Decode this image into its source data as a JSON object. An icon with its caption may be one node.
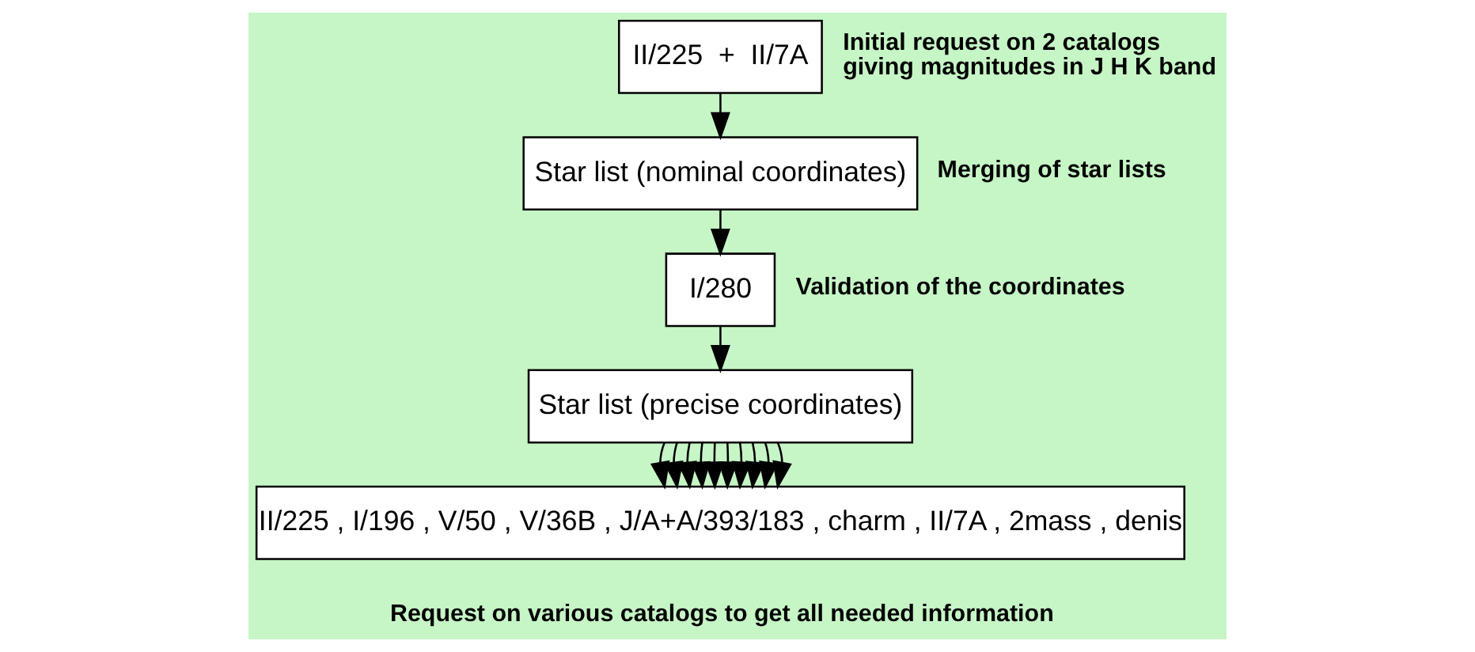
{
  "diagram": {
    "nodes": [
      {
        "text": [
          "II/225  +  II/7A"
        ],
        "beside": [
          "Initial request on 2 catalogs giving magnitudes in J H K band"
        ]
      },
      {
        "text": [
          "Star list (nominal coordinates)"
        ],
        "beside": [
          "Merging of star lists"
        ]
      },
      {
        "text": [
          "I/280"
        ],
        "beside": [
          "Validation of the coordinates"
        ]
      },
      {
        "text": [
          "Star list (precise coordinates)"
        ]
      },
      {
        "text": [
          "II/225 , I/196 , V/50 , V/36B , J/A+A/393/183 , charm , II/7A , 2mass , denis"
        ],
        "beside": [
          "Request on various catalogs to get all needed information"
        ]
      }
    ],
    "edges": [
      {
        "from": 0,
        "to": 1,
        "arrow": "to"
      },
      {
        "from": 1,
        "to": 2,
        "arrow": "to"
      },
      {
        "from": 2,
        "to": 3,
        "arrow": "to"
      },
      {
        "from": 3,
        "to": 4,
        "arrow": "to"
      },
      {
        "from": 3,
        "to": 4,
        "arrow": "to"
      },
      {
        "from": 3,
        "to": 4,
        "arrow": "to"
      },
      {
        "from": 3,
        "to": 4,
        "arrow": "to"
      },
      {
        "from": 3,
        "to": 4,
        "arrow": "to"
      },
      {
        "from": 3,
        "to": 4,
        "arrow": "to"
      },
      {
        "from": 3,
        "to": 4,
        "arrow": "to"
      },
      {
        "from": 3,
        "to": 4,
        "arrow": "to"
      },
      {
        "from": 3,
        "to": 4,
        "arrow": "to"
      },
      {
        "from": 3,
        "to": 4,
        "arrow": "to"
      }
    ]
  }
}
